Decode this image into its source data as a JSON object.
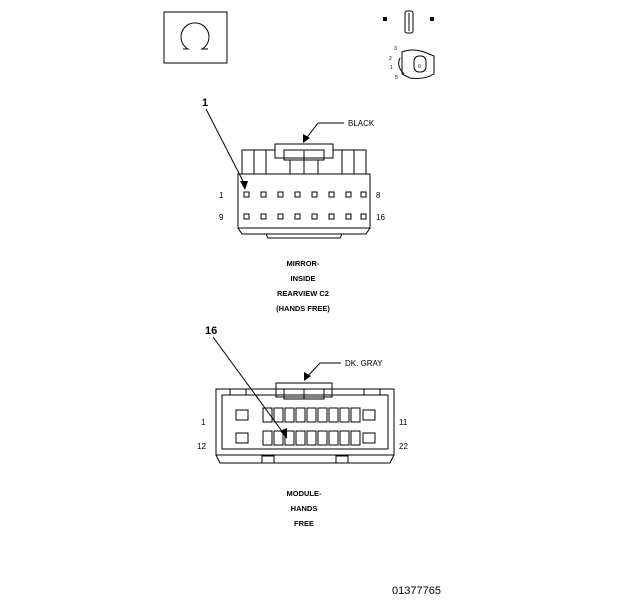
{
  "mirror": {
    "callout_number": "1",
    "color_label": "BLACK",
    "pin_top_left": "1",
    "pin_top_right": "8",
    "pin_bottom_left": "9",
    "pin_bottom_right": "16",
    "caption_lines": [
      "MIRROR-",
      "INSIDE",
      "REARVIEW C2",
      "(HANDS FREE)"
    ]
  },
  "module": {
    "callout_number": "16",
    "color_label": "DK. GRAY",
    "pin_top_left": "1",
    "pin_top_right": "11",
    "pin_bottom_left": "12",
    "pin_bottom_right": "22",
    "caption_lines": [
      "MODULE-",
      "HANDS",
      "FREE"
    ]
  },
  "key_icon": {
    "numbers": [
      "1",
      "2",
      "3",
      "5",
      "0"
    ]
  },
  "document_id": "01377765"
}
